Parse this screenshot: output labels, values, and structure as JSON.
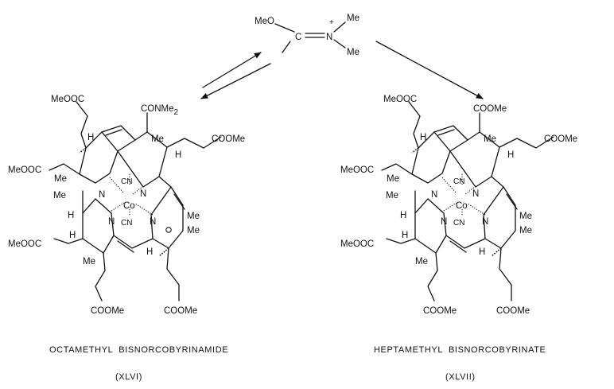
{
  "reagent": {
    "meo": "MeO",
    "c": "C",
    "n": "N",
    "plus": "+",
    "me_top": "Me",
    "me_bottom": "Me"
  },
  "left": {
    "labels": {
      "meooc_top": "MeOOC",
      "conme2": "CONMe",
      "conme2_sub": "2",
      "coome_right": "COOMe",
      "meooc_mid": "MeOOC",
      "h_top": "H",
      "me_top": "Me",
      "h_right": "H",
      "me_left": "Me",
      "cn_top": "CN",
      "n_left": "N",
      "n_right": "N",
      "co": "Co",
      "h_left": "H",
      "n_bottom_left": "N",
      "n_bottom_right": "N",
      "cn_bottom": "CN",
      "me_left2": "Me",
      "me_right1": "Me",
      "me_right2": "Me",
      "meooc_bottom": "MeOOC",
      "h_bottom_left": "H",
      "me_bottom": "Me",
      "h_bottom_right": "H",
      "coome_bottom_left": "COOMe",
      "coome_bottom_right": "COOMe"
    },
    "name": "OCTAMETHYL  BISNORCOBYRINAMIDE",
    "number": "(XLVI)"
  },
  "right": {
    "labels": {
      "meooc_top": "MeOOC",
      "coome_top": "COOMe",
      "coome_right": "COOMe",
      "meooc_mid": "MeOOC",
      "h_top": "H",
      "me_top": "Me",
      "h_right": "H",
      "me_left": "Me",
      "cn_top": "CN",
      "n_left": "N",
      "n_right": "N",
      "co": "Co",
      "h_left": "H",
      "n_bottom_left": "N",
      "n_bottom_right": "N",
      "cn_bottom": "CN",
      "me_left2": "Me",
      "me_right1": "Me",
      "me_right2": "Me",
      "meooc_bottom": "MeOOC",
      "h_bottom_left": "H",
      "me_bottom": "Me",
      "h_bottom_right": "H",
      "coome_bottom_left": "COOMe",
      "coome_bottom_right": "COOMe"
    },
    "name": "HEPTAMETHYL  BISNORCOBYRINATE",
    "number": "(XLVII)"
  }
}
